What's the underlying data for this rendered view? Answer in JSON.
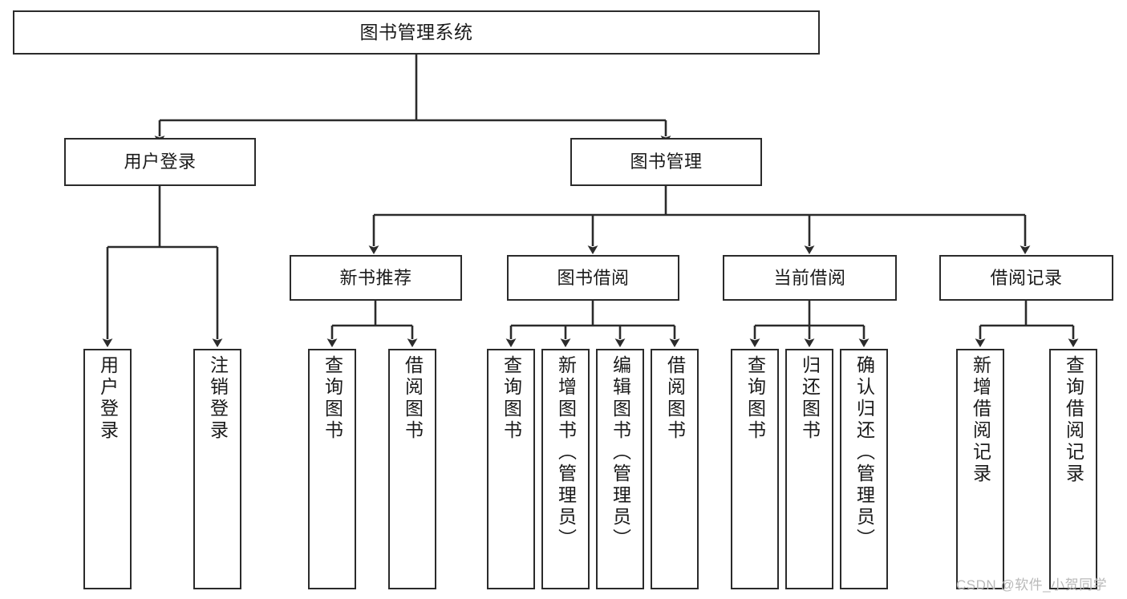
{
  "diagram": {
    "type": "hierarchy-tree",
    "title": "图书管理系统",
    "root": {
      "id": "root",
      "label": "图书管理系统"
    },
    "level1": [
      {
        "id": "user-login",
        "label": "用户登录"
      },
      {
        "id": "book-manage",
        "label": "图书管理"
      }
    ],
    "level2": [
      {
        "id": "new-book-recommend",
        "label": "新书推荐",
        "parent": "book-manage"
      },
      {
        "id": "book-borrow",
        "label": "图书借阅",
        "parent": "book-manage"
      },
      {
        "id": "current-borrow",
        "label": "当前借阅",
        "parent": "book-manage"
      },
      {
        "id": "borrow-record",
        "label": "借阅记录",
        "parent": "book-manage"
      }
    ],
    "leaves": [
      {
        "id": "leaf-user-login",
        "label": "用户登录",
        "parent": "user-login"
      },
      {
        "id": "leaf-logout-login",
        "label": "注销登录",
        "parent": "user-login"
      },
      {
        "id": "leaf-query-book-1",
        "label": "查询图书",
        "parent": "new-book-recommend"
      },
      {
        "id": "leaf-borrow-book-1",
        "label": "借阅图书",
        "parent": "new-book-recommend"
      },
      {
        "id": "leaf-query-book-2",
        "label": "查询图书",
        "parent": "book-borrow"
      },
      {
        "id": "leaf-add-book-admin",
        "label": "新增图书（管理员）",
        "parent": "book-borrow"
      },
      {
        "id": "leaf-edit-book-admin",
        "label": "编辑图书（管理员）",
        "parent": "book-borrow"
      },
      {
        "id": "leaf-borrow-book-2",
        "label": "借阅图书",
        "parent": "book-borrow"
      },
      {
        "id": "leaf-query-book-3",
        "label": "查询图书",
        "parent": "current-borrow"
      },
      {
        "id": "leaf-return-book",
        "label": "归还图书",
        "parent": "current-borrow"
      },
      {
        "id": "leaf-confirm-return-admin",
        "label": "确认归还（管理员）",
        "parent": "current-borrow"
      },
      {
        "id": "leaf-add-borrow-record",
        "label": "新增借阅记录",
        "parent": "borrow-record"
      },
      {
        "id": "leaf-query-borrow-record",
        "label": "查询借阅记录",
        "parent": "borrow-record"
      }
    ]
  },
  "watermark": {
    "text": "CSDN @软件_小贺同学"
  },
  "colors": {
    "stroke": "#2b2b2b",
    "background": "#ffffff",
    "text": "#1a1a1a",
    "watermark": "#b9b9b9"
  }
}
